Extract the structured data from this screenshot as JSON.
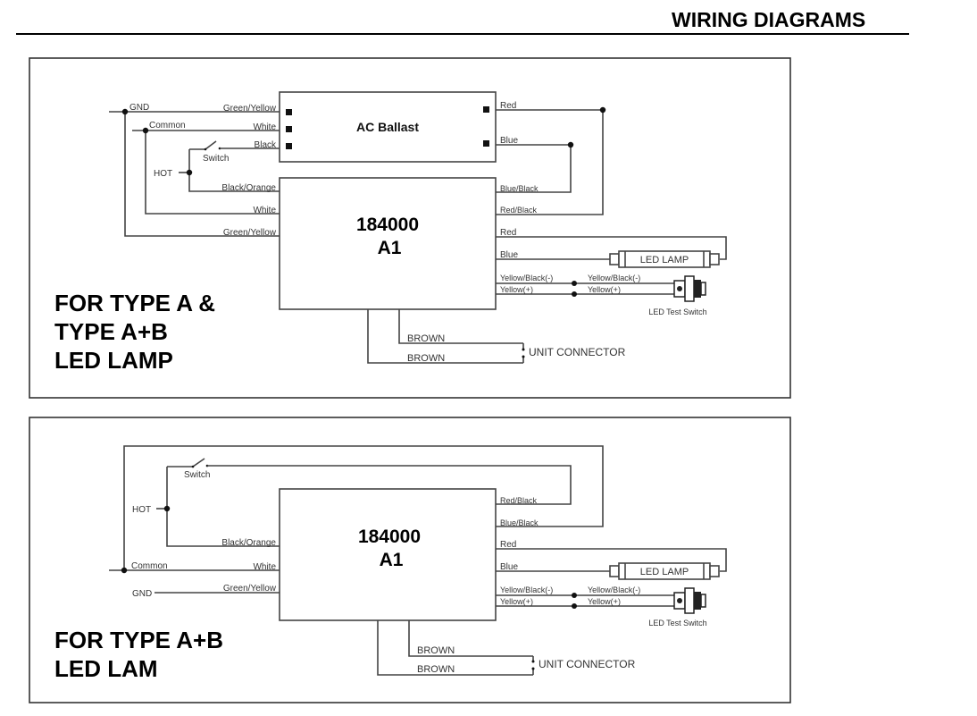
{
  "header": {
    "title": "WIRING DIAGRAMS"
  },
  "diagrams": [
    {
      "caption_lines": [
        "FOR TYPE A &",
        "TYPE A+B",
        "LED LAMP"
      ],
      "ballast": {
        "label": "AC Ballast",
        "left_wires": [
          "Green/Yellow",
          "White",
          "Black"
        ],
        "right_wires": [
          "Red",
          "Blue"
        ]
      },
      "unit": {
        "model": "184000",
        "variant": "A1",
        "left_wires": [
          "Black/Orange",
          "White",
          "Green/Yellow"
        ],
        "right_wires": [
          "Blue/Black",
          "Red/Black",
          "Red",
          "Blue",
          "Yellow/Black(-)",
          "Yellow(+)"
        ]
      },
      "supply": {
        "gnd": "GND",
        "common": "Common",
        "hot": "HOT",
        "switch": "Switch"
      },
      "lamp_label": "LED LAMP",
      "test_switch": {
        "wires": [
          "Yellow/Black(-)",
          "Yellow(+)"
        ],
        "label": "LED Test Switch"
      },
      "connector": {
        "wires": [
          "BROWN",
          "BROWN"
        ],
        "label": "UNIT CONNECTOR"
      }
    },
    {
      "caption_lines": [
        "FOR TYPE A+B",
        "LED LAM"
      ],
      "unit": {
        "model": "184000",
        "variant": "A1",
        "left_wires": [
          "Black/Orange",
          "White",
          "Green/Yellow"
        ],
        "right_wires": [
          "Red/Black",
          "Blue/Black",
          "Red",
          "Blue",
          "Yellow/Black(-)",
          "Yellow(+)"
        ]
      },
      "supply": {
        "gnd": "GND",
        "common": "Common",
        "hot": "HOT",
        "switch": "Switch"
      },
      "lamp_label": "LED LAMP",
      "test_switch": {
        "wires": [
          "Yellow/Black(-)",
          "Yellow(+)"
        ],
        "label": "LED Test Switch"
      },
      "connector": {
        "wires": [
          "BROWN",
          "BROWN"
        ],
        "label": "UNIT CONNECTOR"
      }
    }
  ]
}
